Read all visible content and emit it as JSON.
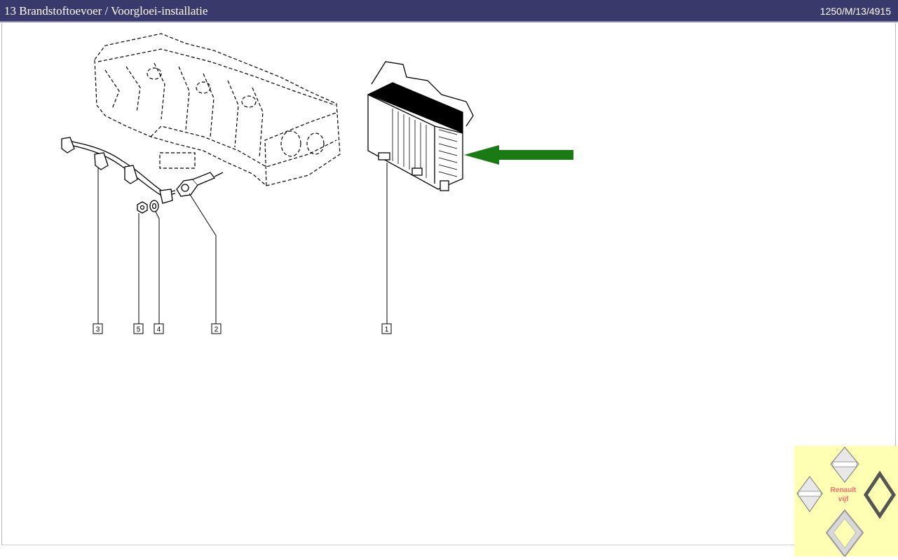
{
  "header": {
    "title": "13 Brandstoftoevoer / Voorgloei-installatie",
    "doc_ref": "1250/M/13/4915"
  },
  "callouts": [
    {
      "label": "1"
    },
    {
      "label": "2"
    },
    {
      "label": "3"
    },
    {
      "label": "4"
    },
    {
      "label": "5"
    }
  ],
  "highlight_arrow": {
    "color": "#1a7a14",
    "icon": "arrow-left-icon"
  },
  "watermark": {
    "line1": "Renault",
    "line2": "vijf",
    "logo_text": "RENAULT"
  }
}
